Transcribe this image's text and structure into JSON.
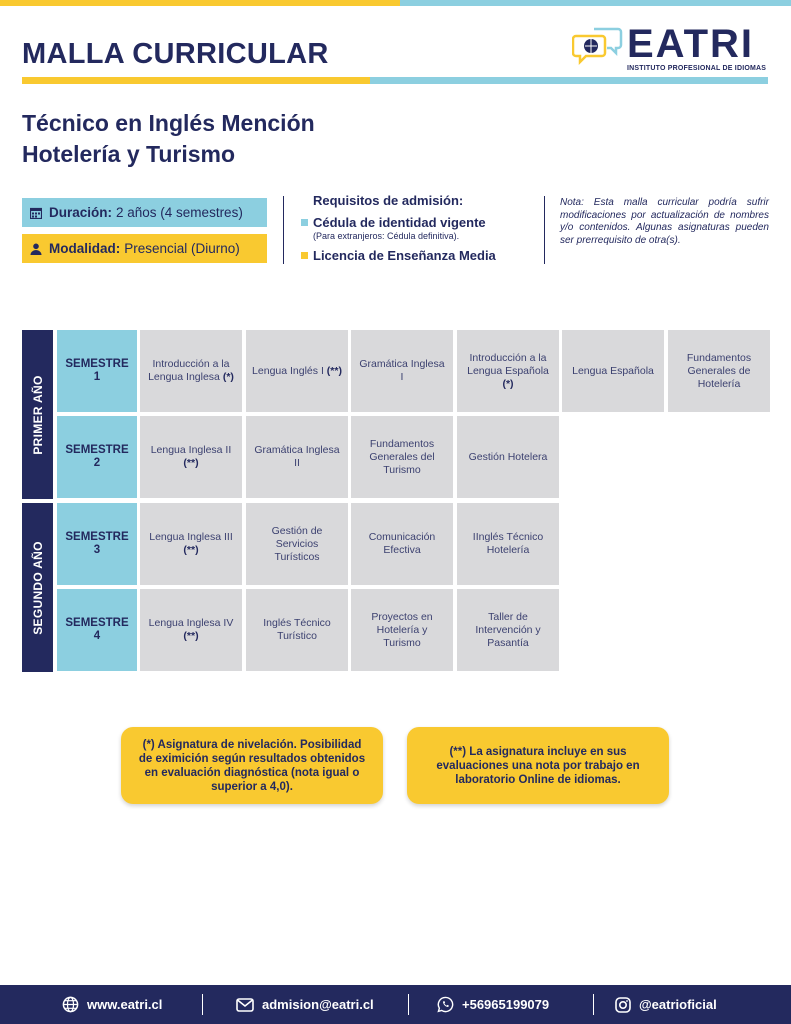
{
  "header": {
    "title": "MALLA CURRICULAR",
    "logo": {
      "name": "EATRI",
      "subtitle": "INSTITUTO PROFESIONAL DE IDIOMAS",
      "icon": "speech-bubbles-globe-icon"
    }
  },
  "program": {
    "title_line1": "Técnico en Inglés Mención",
    "title_line2": "Hotelería y Turismo"
  },
  "info": {
    "duracion_label": "Duración:",
    "duracion_value": "2 años (4 semestres)",
    "modalidad_label": "Modalidad:",
    "modalidad_value": "Presencial (Diurno)"
  },
  "requirements": {
    "title": "Requisitos de admisión:",
    "item1": "Cédula de identidad vigente",
    "item1_note": "(Para extranjeros: Cédula definitiva).",
    "item2": "Licencia de Enseñanza Media"
  },
  "note": "Nota: Esta malla curricular podría sufrir modificaciones por actualización de nombres y/o contenidos. Algunas asignaturas pueden ser prerrequisito de otra(s).",
  "curriculum": {
    "years": [
      "PRIMER AÑO",
      "SEGUNDO AÑO"
    ],
    "semesters": [
      {
        "label_line1": "SEMESTRE",
        "label_line2": "1",
        "courses": [
          {
            "name": "Introducción a la Lengua Inglesa",
            "mark": "(*)"
          },
          {
            "name": "Lengua Inglés I",
            "mark": "(**)"
          },
          {
            "name": "Gramática Inglesa I",
            "mark": ""
          },
          {
            "name": "Introducción a la Lengua Española",
            "mark": "(*)"
          },
          {
            "name": "Lengua Española",
            "mark": ""
          },
          {
            "name": "Fundamentos Generales de Hotelería",
            "mark": ""
          }
        ]
      },
      {
        "label_line1": "SEMESTRE",
        "label_line2": "2",
        "courses": [
          {
            "name": "Lengua Inglesa II",
            "mark": "(**)"
          },
          {
            "name": "Gramática Inglesa II",
            "mark": ""
          },
          {
            "name": "Fundamentos Generales del Turismo",
            "mark": ""
          },
          {
            "name": "Gestión Hotelera",
            "mark": ""
          }
        ]
      },
      {
        "label_line1": "SEMESTRE",
        "label_line2": "3",
        "courses": [
          {
            "name": "Lengua Inglesa III",
            "mark": "(**)"
          },
          {
            "name": "Gestión de Servicios Turísticos",
            "mark": ""
          },
          {
            "name": "Comunicación Efectiva",
            "mark": ""
          },
          {
            "name": "IInglés Técnico Hotelería",
            "mark": ""
          }
        ]
      },
      {
        "label_line1": "SEMESTRE",
        "label_line2": "4",
        "courses": [
          {
            "name": "Lengua Inglesa IV",
            "mark": "(**)"
          },
          {
            "name": "Inglés Técnico Turístico",
            "mark": ""
          },
          {
            "name": "Proyectos en Hotelería y Turismo",
            "mark": ""
          },
          {
            "name": "Taller de Intervención y Pasantía",
            "mark": ""
          }
        ]
      }
    ]
  },
  "footnotes": {
    "single_mark": "(*)",
    "single_text": "Asignatura de nivelación. Posibilidad de eximición según resultados obtenidos en evaluación diagnóstica (nota igual o superior a 4,0).",
    "double_mark": "(**)",
    "double_text": "La asignatura incluye en sus evaluaciones una nota por trabajo en laboratorio Online de idiomas."
  },
  "footer": {
    "website": "www.eatri.cl",
    "email": "admision@eatri.cl",
    "phone": "+56965199079",
    "instagram": "@eatrioficial"
  },
  "colors": {
    "navy": "#23295e",
    "yellow": "#f9c930",
    "light_blue": "#8ccfe0",
    "cell_gray": "#d9d9db"
  }
}
